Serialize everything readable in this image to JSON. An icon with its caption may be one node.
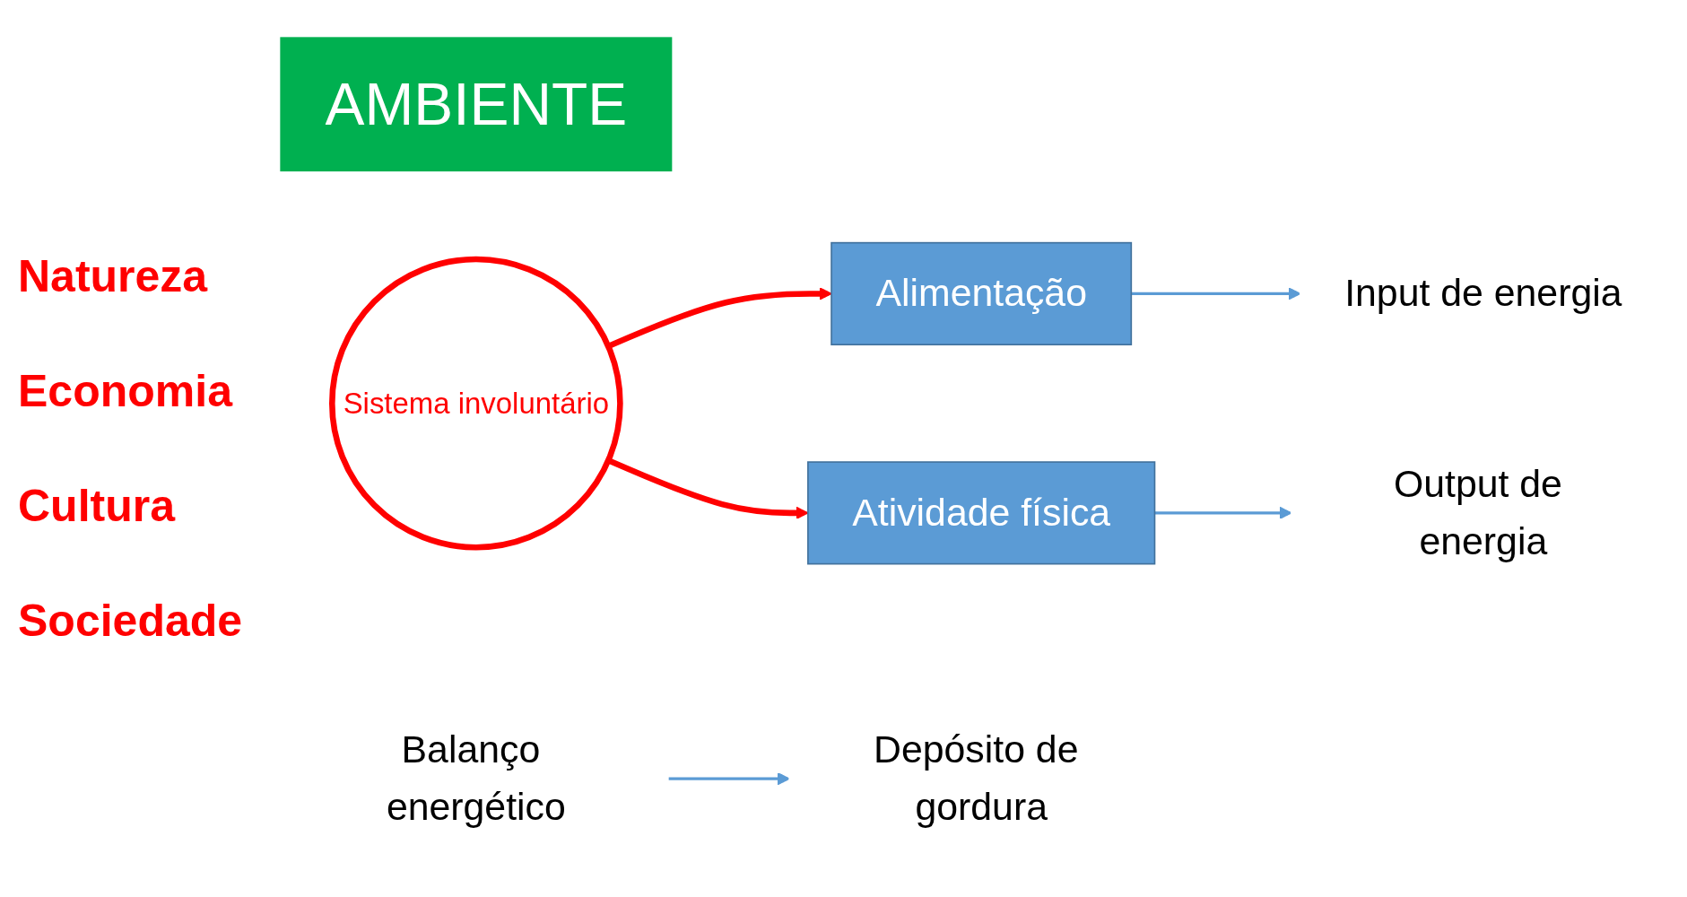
{
  "diagram": {
    "nodes": [
      {
        "text": [
          "AMBIENTE"
        ]
      },
      {
        "text": [
          "Alimentação"
        ]
      },
      {
        "text": [
          "Input de energia"
        ]
      },
      {
        "text": [
          "Sistema involuntário"
        ]
      },
      {
        "text": [
          "Atividade física"
        ]
      },
      {
        "text": [
          "Output de energia"
        ]
      },
      {
        "text": [
          "Balanço energético"
        ]
      },
      {
        "text": [
          "Depósito de gordura"
        ]
      }
    ],
    "edges": [
      {
        "from": 1,
        "to": 2,
        "arrow": "to"
      },
      {
        "from": 3,
        "to": 1,
        "arrow": "to",
        "style": "thick",
        "color": "#ff0000"
      },
      {
        "from": 3,
        "to": 4,
        "arrow": "to",
        "style": "thick",
        "color": "#ff0000"
      },
      {
        "from": 4,
        "to": 5,
        "arrow": "to"
      },
      {
        "from": 6,
        "to": 7,
        "arrow": "to"
      }
    ],
    "labels": [
      "Natureza",
      "Economia",
      "Cultura",
      "Sociedade"
    ]
  }
}
